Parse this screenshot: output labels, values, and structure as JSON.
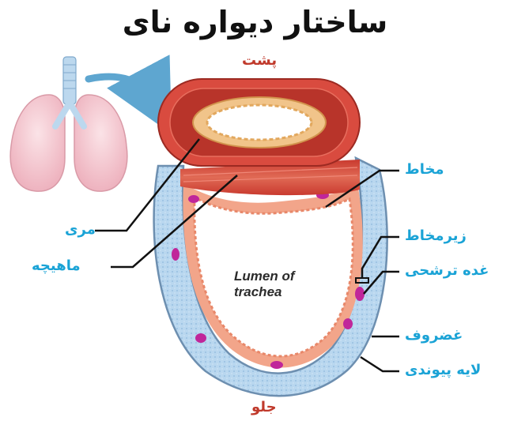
{
  "title": "ساختار دیواره نای",
  "orientation": {
    "top": "پشت",
    "bottom": "جلو"
  },
  "lumen": {
    "line1": "Lumen of",
    "line2": "trachea"
  },
  "labels": {
    "esophagus": "مری",
    "muscle": "ماهیچه",
    "mucosa": "مخاط",
    "submucosa": "زیرمخاط",
    "gland": "غده ترشحی",
    "cartilage": "غضروف",
    "connective": "لایه پیوندی"
  },
  "colors": {
    "label_text": "#1aa3d6",
    "orientation_text": "#c0392b",
    "cartilage": "#a9cdea",
    "muscle": "#d94b3f",
    "mucosa": "#f2a58a",
    "gland": "#c0269a",
    "lung": "#f3c4cc",
    "arrow": "#5ea6d0"
  },
  "icons": [
    "lungs-icon",
    "trachea-icon",
    "pointer-arrow-icon"
  ]
}
